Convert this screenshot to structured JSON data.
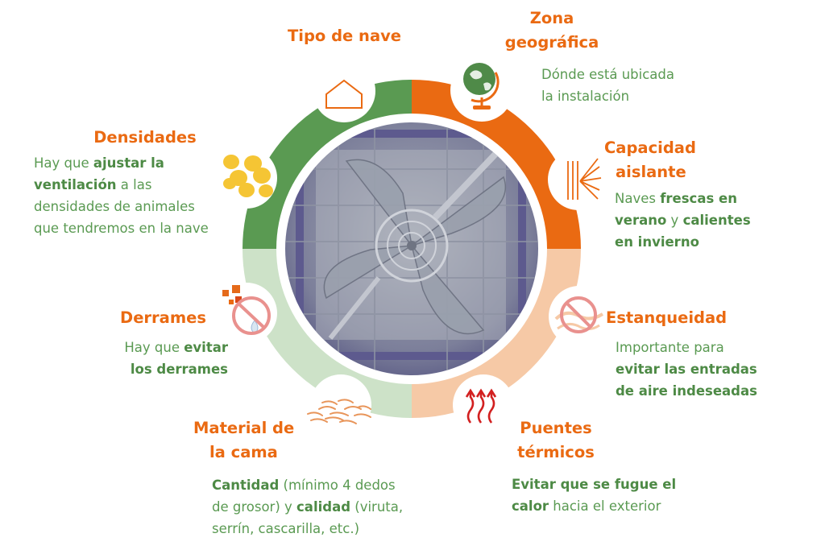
{
  "colors": {
    "orange": "#ea6a12",
    "light_orange": "#f6c9a6",
    "green": "#5a9a52",
    "light_green": "#cde2c8"
  },
  "sections": {
    "tipo_nave": {
      "title": "Tipo de nave",
      "icon": "barn-icon"
    },
    "zona": {
      "title_1": "Zona",
      "title_2": "geográfica",
      "desc_1": "Dónde está ubicada",
      "desc_2": "la instalación",
      "icon": "globe-icon"
    },
    "capacidad": {
      "title_1": "Capacidad",
      "title_2": "aislante",
      "d1_a": "Naves ",
      "d1_b": "frescas en",
      "d2_a": "verano",
      "d2_b": " y ",
      "d2_c": "calientes",
      "d3": "en invierno",
      "icon": "insulation-icon"
    },
    "estanqueidad": {
      "title": "Estanqueidad",
      "desc_1": "Importante para",
      "desc_2": "evitar las entradas",
      "desc_3": "de aire indeseadas",
      "icon": "no-air-icon"
    },
    "puentes": {
      "title_1": "Puentes",
      "title_2": "térmicos",
      "d1": "Evitar que se fugue el",
      "d2_a": "calor",
      "d2_b": " hacia el exterior",
      "icon": "heat-arrows-icon"
    },
    "material": {
      "title_1": "Material de",
      "title_2": "la cama",
      "d1_a": "Cantidad",
      "d1_b": " (mínimo 4 dedos",
      "d2_a": "de grosor) y ",
      "d2_b": "calidad",
      "d2_c": " (viruta,",
      "d3": "serrín, cascarilla, etc.)",
      "icon": "wood-shavings-icon"
    },
    "derrames": {
      "title": "Derrames",
      "d1_a": "Hay que ",
      "d1_b": "evitar",
      "d2": "los derrames",
      "icon": "no-spill-icon"
    },
    "densidades": {
      "title": "Densidades",
      "d1_a": "Hay que ",
      "d1_b": "ajustar la",
      "d2_a": "ventilación",
      "d2_b": " a las",
      "d3": "densidades de animales",
      "d4": "que tendremos en la nave",
      "icon": "chicks-icon"
    }
  },
  "center": {
    "image": "ventilation-fan-image"
  }
}
